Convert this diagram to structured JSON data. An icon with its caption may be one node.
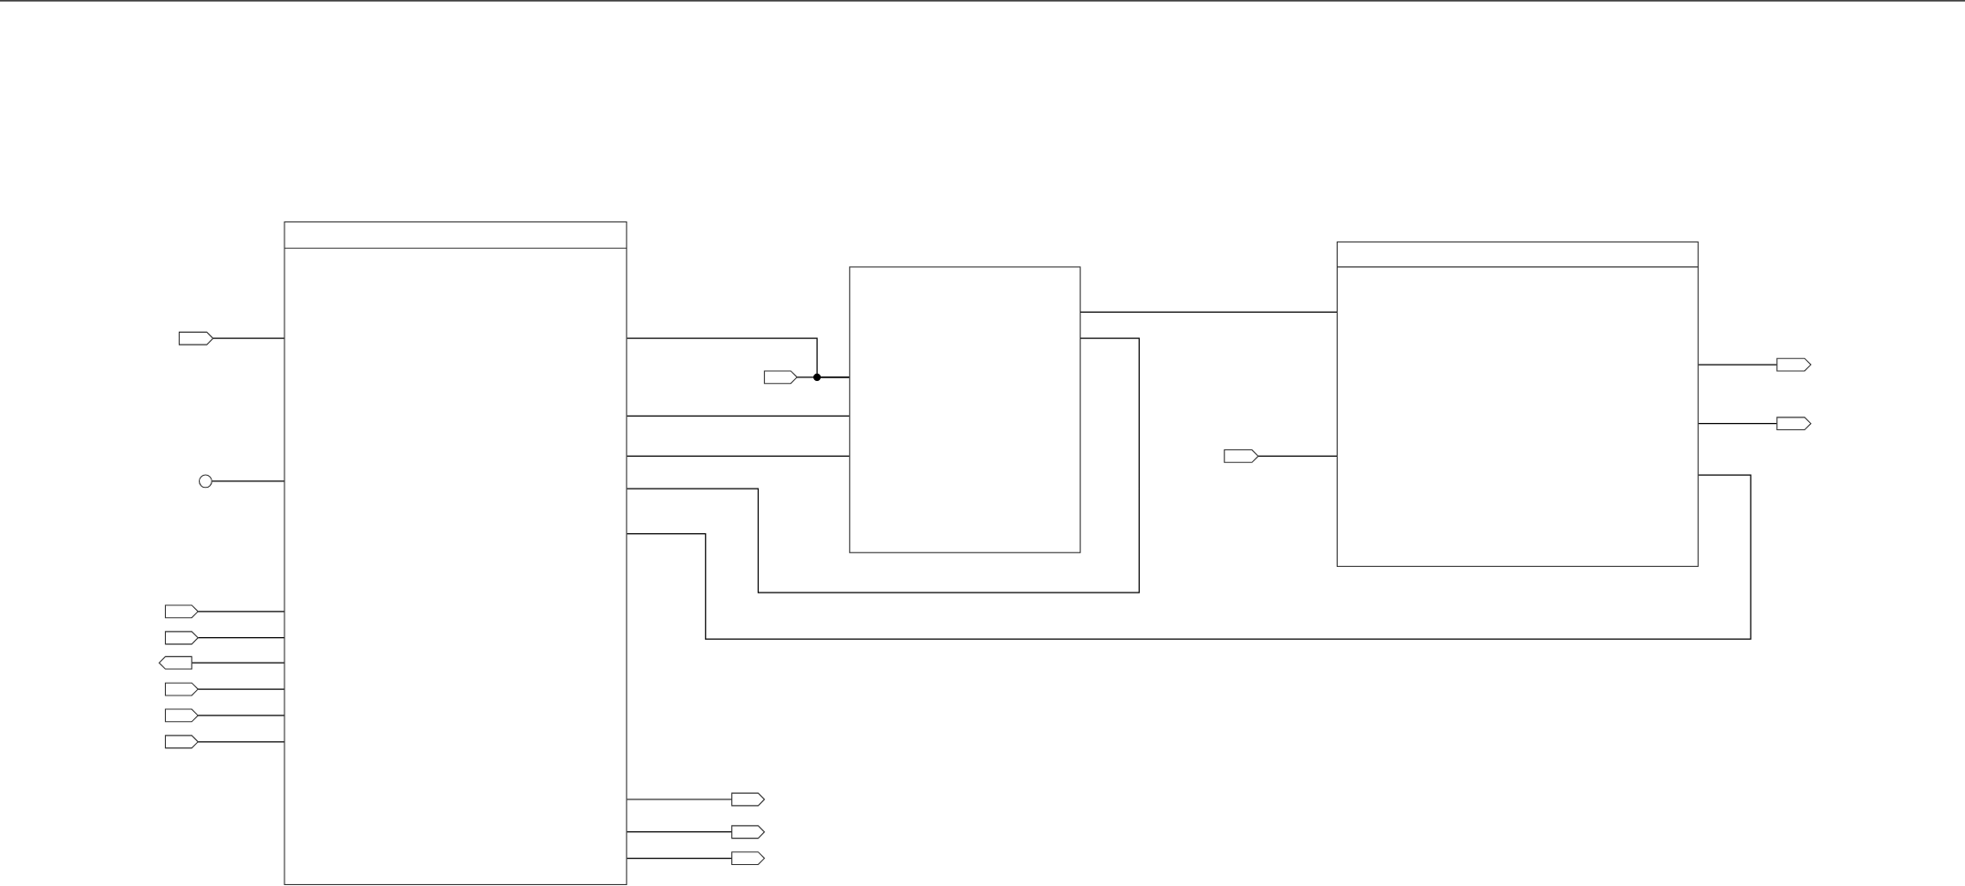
{
  "diagram": {
    "nodes": [
      {
        "text": [],
        "shape": "box"
      },
      {
        "text": [],
        "shape": "box"
      },
      {
        "text": [],
        "shape": "box"
      },
      {
        "text": [],
        "shape": "tag"
      },
      {
        "text": [],
        "shape": "circle"
      },
      {
        "text": [],
        "shape": "tag"
      },
      {
        "text": [],
        "shape": "tag"
      },
      {
        "text": [],
        "shape": "tag"
      },
      {
        "text": [],
        "shape": "tag"
      },
      {
        "text": [],
        "shape": "tag"
      },
      {
        "text": [],
        "shape": "tag"
      },
      {
        "text": [],
        "shape": "tag"
      },
      {
        "text": [],
        "shape": "tag"
      },
      {
        "text": [],
        "shape": "tag"
      },
      {
        "text": [],
        "shape": "tag"
      },
      {
        "text": [],
        "shape": "tag"
      },
      {
        "text": [],
        "shape": "tag"
      },
      {
        "text": [],
        "shape": "tag"
      }
    ],
    "edges": [
      {
        "from": 3,
        "to": 0,
        "arrow": "none"
      },
      {
        "from": 4,
        "to": 0,
        "arrow": "none"
      },
      {
        "from": 5,
        "to": 0,
        "arrow": "none"
      },
      {
        "from": 6,
        "to": 0,
        "arrow": "none"
      },
      {
        "from": 7,
        "to": 0,
        "arrow": "none"
      },
      {
        "from": 8,
        "to": 0,
        "arrow": "none"
      },
      {
        "from": 9,
        "to": 0,
        "arrow": "none"
      },
      {
        "from": 10,
        "to": 0,
        "arrow": "none"
      },
      {
        "from": 0,
        "to": 1,
        "arrow": "none"
      },
      {
        "from": 11,
        "to": 1,
        "arrow": "none"
      },
      {
        "from": 0,
        "to": 1,
        "arrow": "none"
      },
      {
        "from": 0,
        "to": 1,
        "arrow": "none"
      },
      {
        "from": 0,
        "to": 1,
        "arrow": "none"
      },
      {
        "from": 0,
        "to": 2,
        "arrow": "none"
      },
      {
        "from": 1,
        "to": 2,
        "arrow": "none"
      },
      {
        "from": 12,
        "to": 2,
        "arrow": "none"
      },
      {
        "from": 2,
        "to": 13,
        "arrow": "none"
      },
      {
        "from": 2,
        "to": 14,
        "arrow": "none"
      },
      {
        "from": 0,
        "to": 15,
        "arrow": "none"
      },
      {
        "from": 0,
        "to": 16,
        "arrow": "none"
      },
      {
        "from": 0,
        "to": 17,
        "arrow": "none"
      }
    ]
  }
}
